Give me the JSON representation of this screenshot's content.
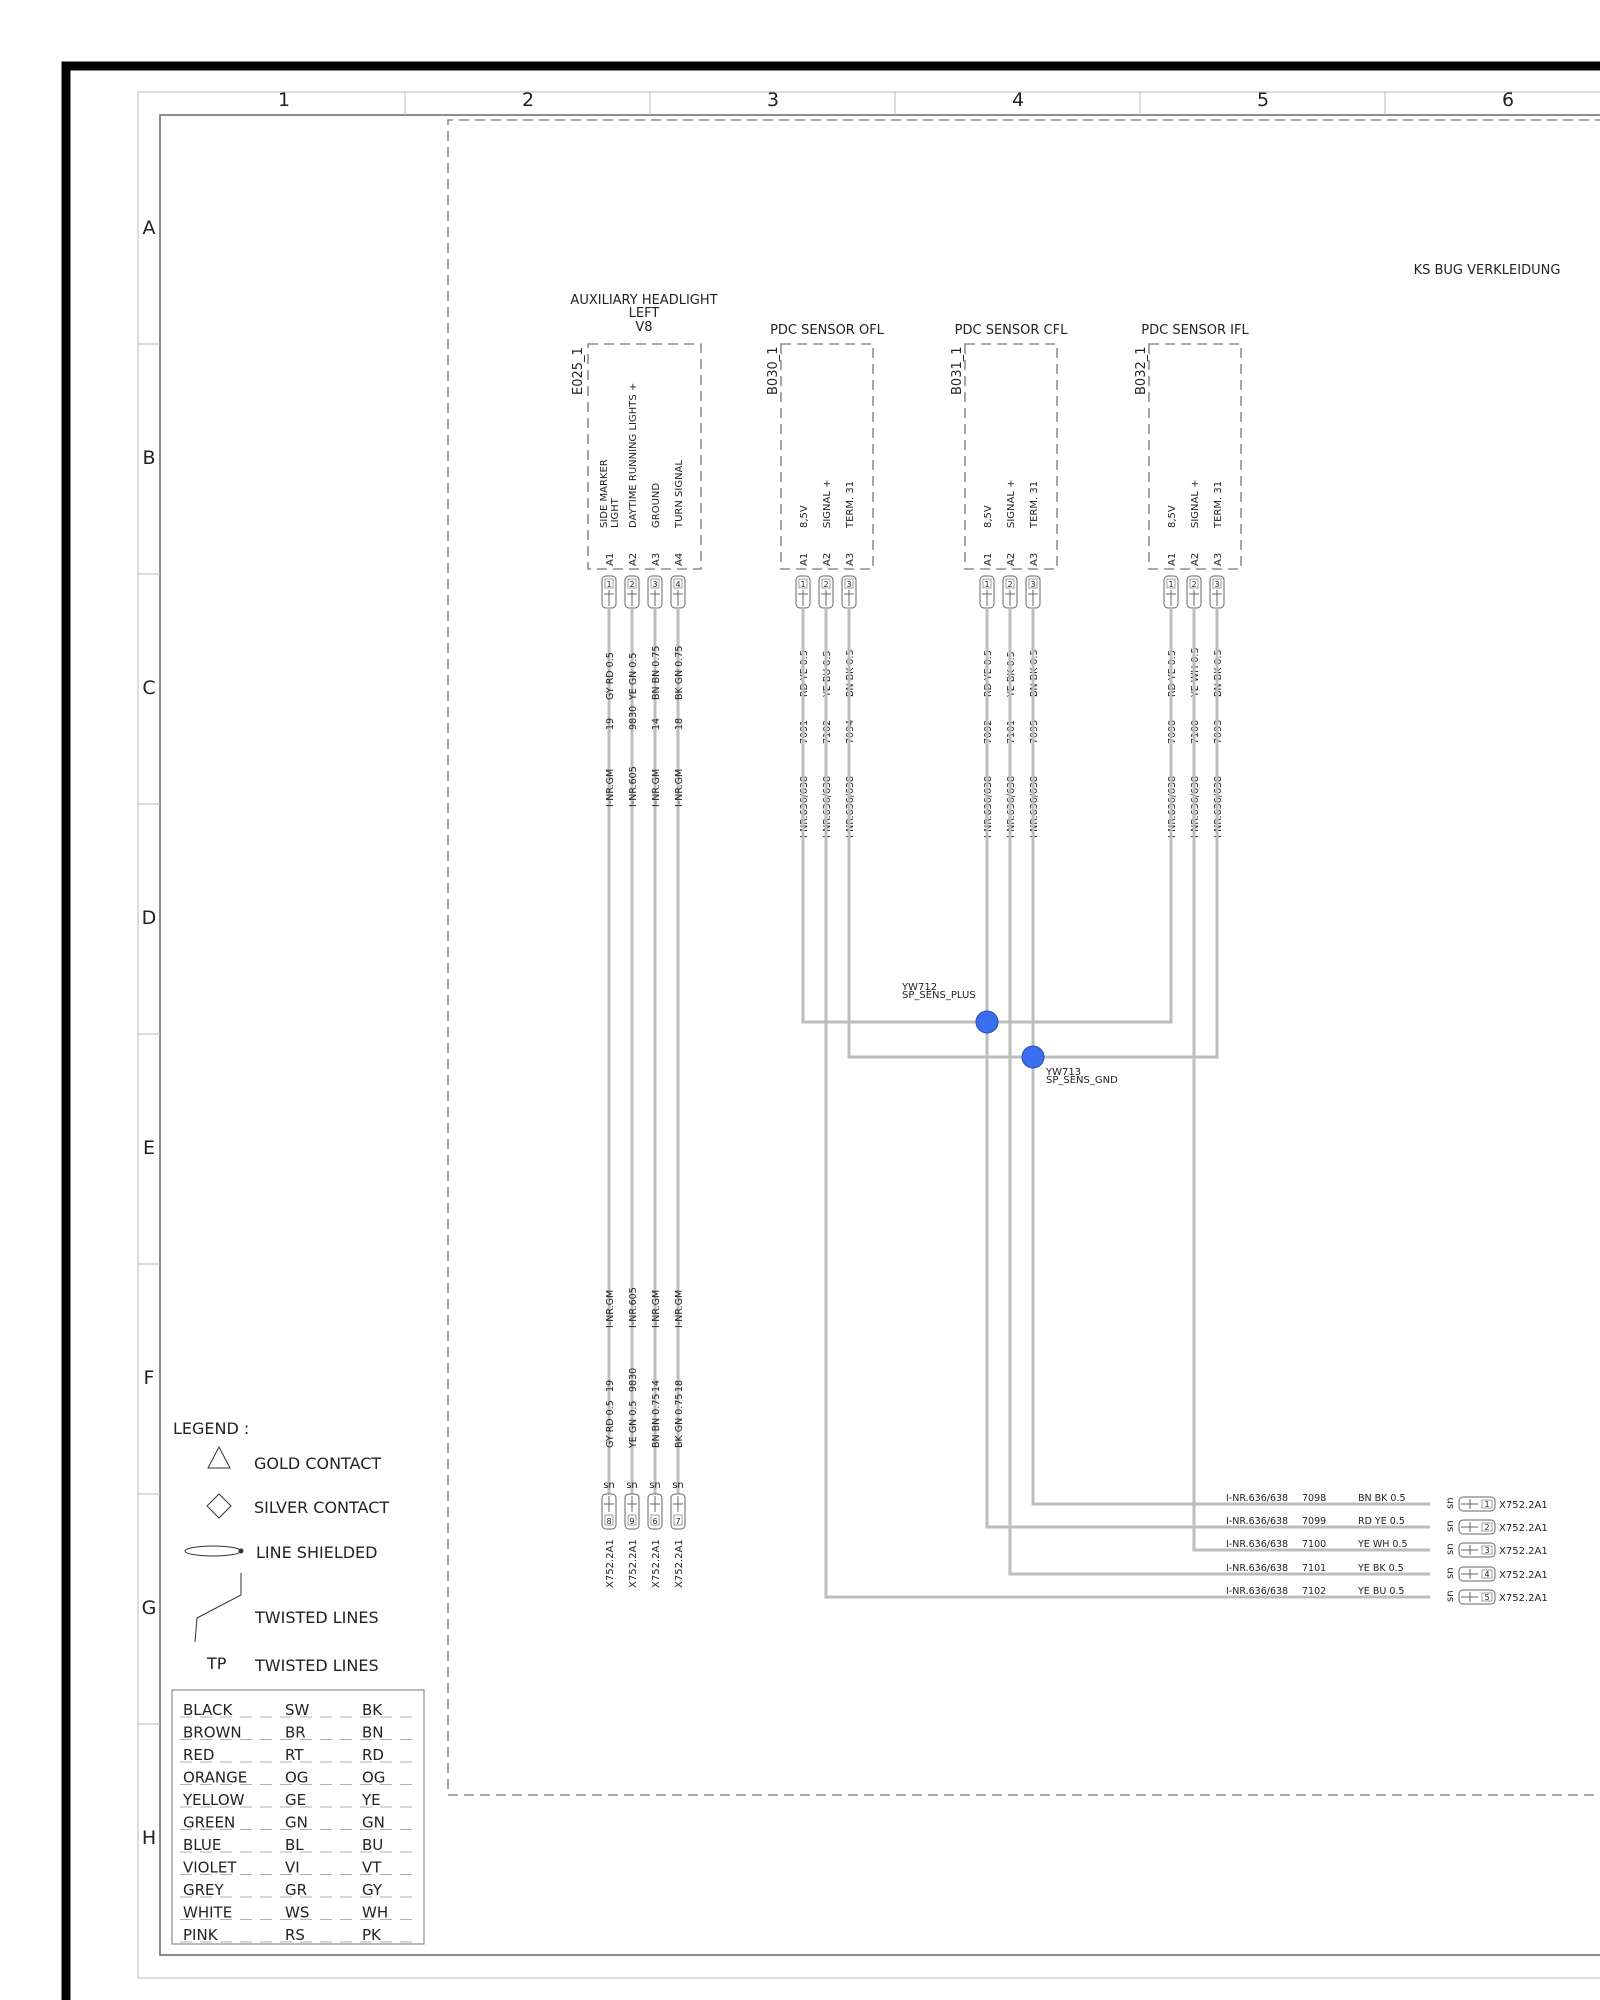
{
  "grid": {
    "columns": [
      "1",
      "2",
      "3",
      "4",
      "5",
      "6"
    ],
    "rows": [
      "A",
      "B",
      "C",
      "D",
      "E",
      "F",
      "G",
      "H"
    ]
  },
  "frame_title": "KS BUG VERKLEIDUNG",
  "components": {
    "headlight": {
      "title_lines": [
        "AUXILIARY HEADLIGHT",
        "LEFT",
        "V8"
      ],
      "id": "E025_1",
      "pins": [
        {
          "pin": "A1",
          "num": "1",
          "function_lines": [
            "SIDE MARKER",
            "LIGHT"
          ],
          "wire_id": "19",
          "color": "GY RD 0.5",
          "inr": "I-NR.GM"
        },
        {
          "pin": "A2",
          "num": "2",
          "function_lines": [
            "DAYTIME RUNNING LIGHTS +"
          ],
          "wire_id": "9830",
          "color": "YE GN 0.5",
          "inr": "I-NR.605"
        },
        {
          "pin": "A3",
          "num": "3",
          "function_lines": [
            "GROUND"
          ],
          "wire_id": "14",
          "color": "BN BN 0.75",
          "inr": "I-NR.GM"
        },
        {
          "pin": "A4",
          "num": "4",
          "function_lines": [
            "TURN SIGNAL"
          ],
          "wire_id": "18",
          "color": "BK GN 0.75",
          "inr": "I-NR.GM"
        }
      ],
      "bottom": [
        {
          "num": "8",
          "sn": "sn",
          "connector": "X752.2A1",
          "color": "GY RD 0.5",
          "wire_id": "19",
          "inr": "I-NR.GM"
        },
        {
          "num": "9",
          "sn": "sn",
          "connector": "X752.2A1",
          "color": "YE GN 0.5",
          "wire_id": "9830",
          "inr": "I-NR.605"
        },
        {
          "num": "6",
          "sn": "sn",
          "connector": "X752.2A1",
          "color": "BN BN 0.75",
          "wire_id": "14",
          "inr": "I-NR.GM"
        },
        {
          "num": "7",
          "sn": "sn",
          "connector": "X752.2A1",
          "color": "BK GN 0.75",
          "wire_id": "18",
          "inr": "I-NR.GM"
        }
      ]
    },
    "sensors": [
      {
        "title": "PDC SENSOR OFL",
        "id": "B030_1",
        "pins": [
          {
            "pin": "A1",
            "num": "1",
            "function": "8,5V",
            "color": "RD YE 0.5",
            "wire_id": "7091",
            "inr": "I-NR.636/638"
          },
          {
            "pin": "A2",
            "num": "2",
            "function": "SIGNAL +",
            "color": "YE BU 0.5",
            "wire_id": "7102",
            "inr": "I-NR.636/638"
          },
          {
            "pin": "A3",
            "num": "3",
            "function": "TERM. 31",
            "color": "BN BK 0.5",
            "wire_id": "7094",
            "inr": "I-NR.636/638"
          }
        ]
      },
      {
        "title": "PDC SENSOR CFL",
        "id": "B031_1",
        "pins": [
          {
            "pin": "A1",
            "num": "1",
            "function": "8,5V",
            "color": "RD YE 0.5",
            "wire_id": "7092",
            "inr": "I-NR.636/638"
          },
          {
            "pin": "A2",
            "num": "2",
            "function": "SIGNAL +",
            "color": "YE BK 0.5",
            "wire_id": "7101",
            "inr": "I-NR.636/638"
          },
          {
            "pin": "A3",
            "num": "3",
            "function": "TERM. 31",
            "color": "BN BK 0.5",
            "wire_id": "7095",
            "inr": "I-NR.636/638"
          }
        ]
      },
      {
        "title": "PDC SENSOR IFL",
        "id": "B032_1",
        "pins": [
          {
            "pin": "A1",
            "num": "1",
            "function": "8,5V",
            "color": "RD YE 0.5",
            "wire_id": "7090",
            "inr": "I-NR.636/638"
          },
          {
            "pin": "A2",
            "num": "2",
            "function": "SIGNAL +",
            "color": "YE WH 0.5",
            "wire_id": "7100",
            "inr": "I-NR.636/638"
          },
          {
            "pin": "A3",
            "num": "3",
            "function": "TERM. 31",
            "color": "BN BK 0.5",
            "wire_id": "7093",
            "inr": "I-NR.636/638"
          }
        ]
      }
    ]
  },
  "splices": [
    {
      "id": "YW712",
      "name": "SP_SENS_PLUS"
    },
    {
      "id": "YW713",
      "name": "SP_SENS_GND"
    }
  ],
  "right_connector": [
    {
      "inr": "I-NR.636/638",
      "wire_id": "7098",
      "color": "BN BK 0.5",
      "sn": "sn",
      "num": "1",
      "connector": "X752.2A1"
    },
    {
      "inr": "I-NR.636/638",
      "wire_id": "7099",
      "color": "RD YE 0.5",
      "sn": "sn",
      "num": "2",
      "connector": "X752.2A1"
    },
    {
      "inr": "I-NR.636/638",
      "wire_id": "7100",
      "color": "YE WH 0.5",
      "sn": "sn",
      "num": "3",
      "connector": "X752.2A1"
    },
    {
      "inr": "I-NR.636/638",
      "wire_id": "7101",
      "color": "YE BK 0.5",
      "sn": "sn",
      "num": "4",
      "connector": "X752.2A1"
    },
    {
      "inr": "I-NR.636/638",
      "wire_id": "7102",
      "color": "YE BU 0.5",
      "sn": "sn",
      "num": "5",
      "connector": "X752.2A1"
    }
  ],
  "legend": {
    "title": "LEGEND :",
    "items": [
      "GOLD CONTACT",
      "SILVER CONTACT",
      "LINE SHIELDED",
      "TWISTED LINES",
      "TWISTED LINES"
    ],
    "tp_label": "TP",
    "color_table": [
      [
        "BLACK",
        "SW",
        "BK"
      ],
      [
        "BROWN",
        "BR",
        "BN"
      ],
      [
        "RED",
        "RT",
        "RD"
      ],
      [
        "ORANGE",
        "OG",
        "OG"
      ],
      [
        "YELLOW",
        "GE",
        "YE"
      ],
      [
        "GREEN",
        "GN",
        "GN"
      ],
      [
        "BLUE",
        "BL",
        "BU"
      ],
      [
        "VIOLET",
        "VI",
        "VT"
      ],
      [
        "GREY",
        "GR",
        "GY"
      ],
      [
        "WHITE",
        "WS",
        "WH"
      ],
      [
        "PINK",
        "RS",
        "PK"
      ]
    ]
  },
  "colors": {
    "wire": "#bdbdbd",
    "splice": "#3b6ff0",
    "frame": "#000000"
  }
}
